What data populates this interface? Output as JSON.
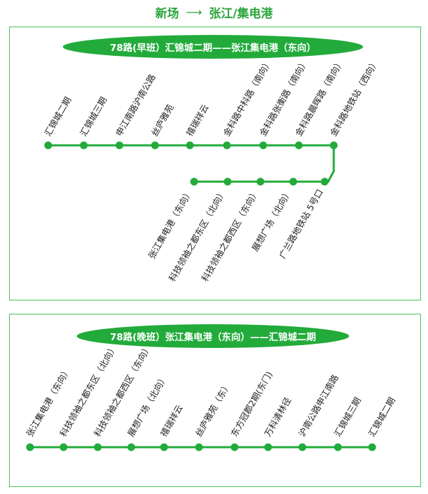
{
  "header": {
    "from": "新场",
    "arrow": "⟶",
    "to": "张江/集电港"
  },
  "colors": {
    "line": "#22ab3a",
    "frame": "#4cc05a",
    "label": "#222222"
  },
  "morning": {
    "title": "78路(早班）汇锦城二期——张江集电港（东向）",
    "top_stops": [
      "汇锦城二期",
      "汇锦城三期",
      "申江南路沪南公路",
      "丝庐雅苑",
      "禧瑞祥云",
      "金科路中科路（南向）",
      "金科路张衡路（南向）",
      "金科路晨晖路（南向）",
      "金科路地铁站（西向）"
    ],
    "bottom_stops": [
      "张江集电港（东向）",
      "科技领袖之都东区（北向）",
      "科技领袖之都西区（东向）",
      "展想广场（北向）",
      "广兰路地铁站 5号口"
    ]
  },
  "evening": {
    "title": "78路(晚班）张江集电港（东向）——汇锦城二期",
    "stops": [
      "张江集电港（东向）",
      "科技领袖之都东区（北向）",
      "科技领袖之都西区（东向）",
      "展想广场（北向）",
      "禧瑞祥云",
      "丝庐雅苑（东）",
      "东方冠郡2期(东门)",
      "万科清林径",
      "沪南公路申江南路",
      "汇锦城三期",
      "汇锦城二期"
    ]
  }
}
